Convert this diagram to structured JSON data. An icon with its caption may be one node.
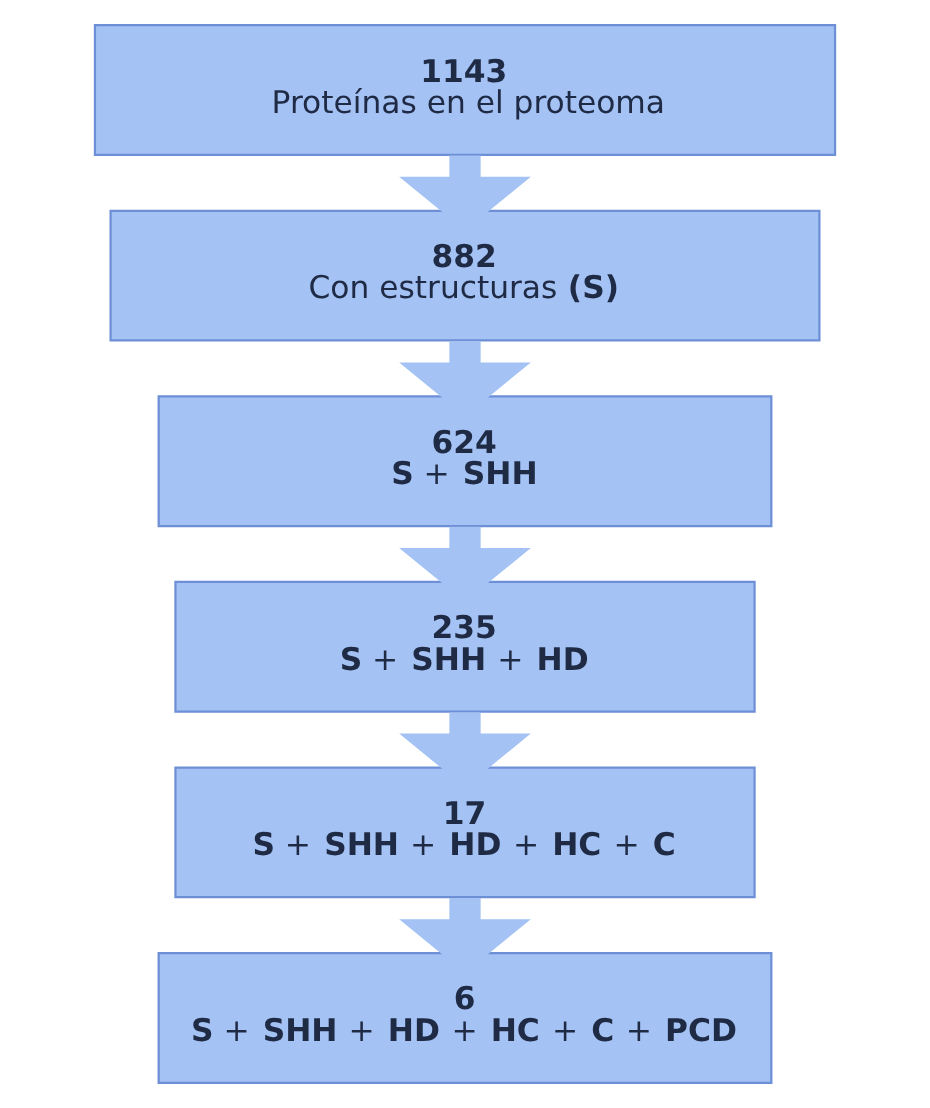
{
  "diagram": {
    "nodes": [
      {
        "text": [
          "1143",
          "Proteínas en el proteoma"
        ]
      },
      {
        "text": [
          "882",
          "Con estructuras **(S)**"
        ]
      },
      {
        "text": [
          "624",
          "**S** + **SHH**"
        ]
      },
      {
        "text": [
          "235",
          "**S** + **SHH** + **HD**"
        ]
      },
      {
        "text": [
          "17",
          "**S** + **SHH** + **HD** + **HC** + **C**"
        ]
      },
      {
        "text": [
          "6",
          "**S** + **SHH** + **HD** + **HC** + **C** + **PCD**"
        ]
      }
    ],
    "edges": [
      {
        "from": 0,
        "to": 1,
        "arrow": "to"
      },
      {
        "from": 1,
        "to": 2,
        "arrow": "to"
      },
      {
        "from": 2,
        "to": 3,
        "arrow": "to"
      },
      {
        "from": 3,
        "to": 4,
        "arrow": "to"
      },
      {
        "from": 4,
        "to": 5,
        "arrow": "to"
      }
    ]
  }
}
